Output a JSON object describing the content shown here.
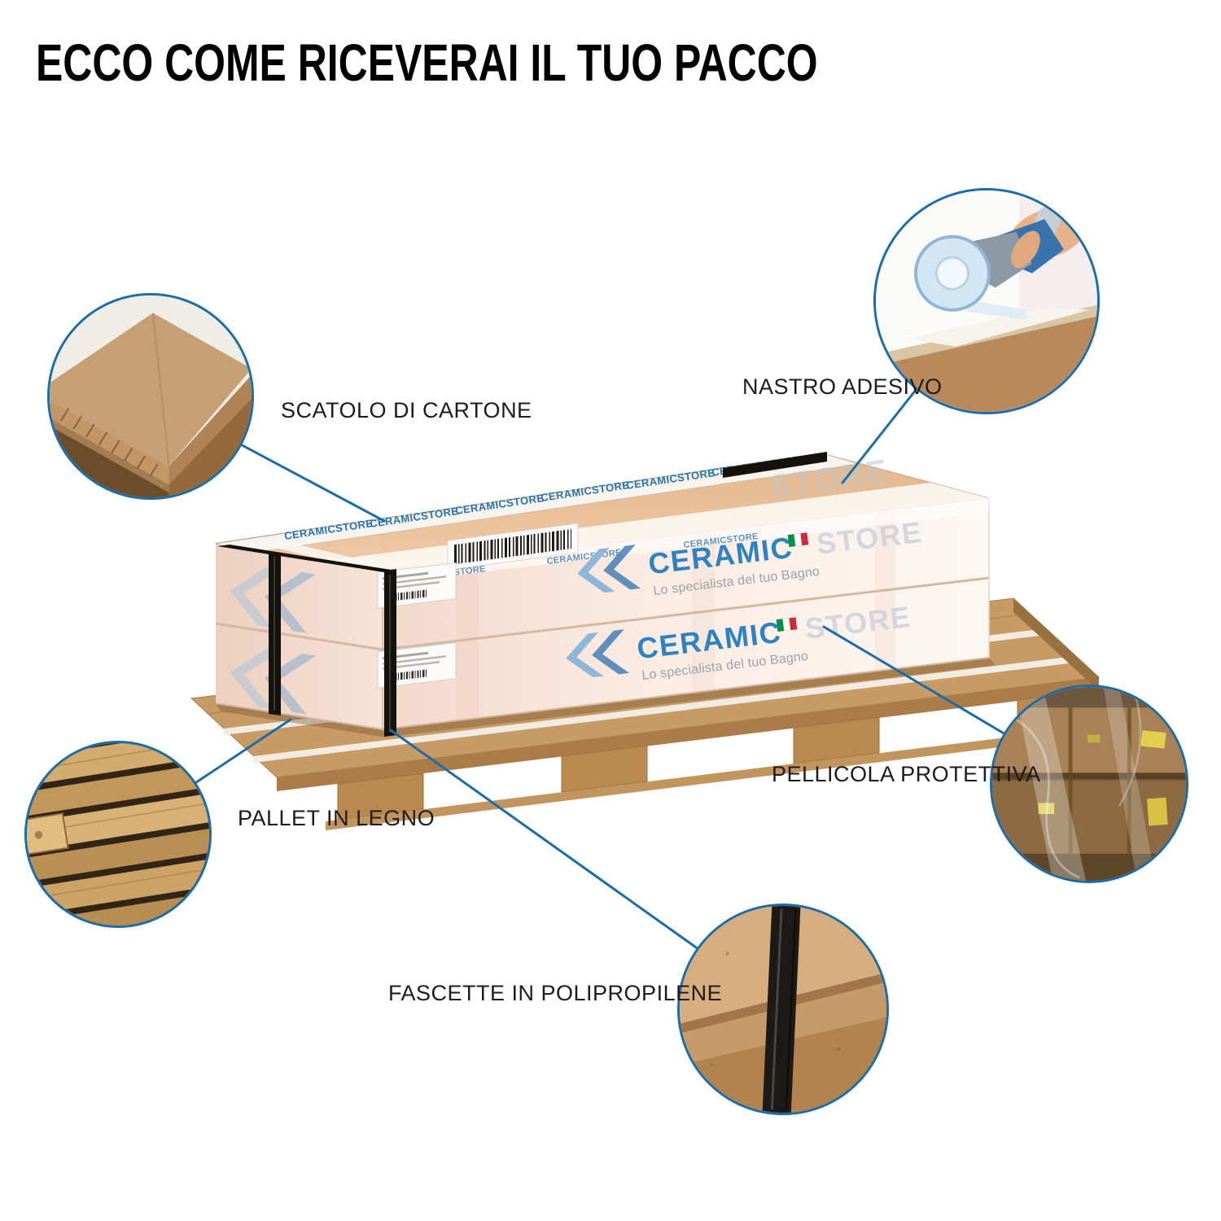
{
  "title": "ECCO COME RICEVERAI IL TUO PACCO",
  "brand": {
    "name_primary": "CERAMIC",
    "name_secondary": "STORE",
    "tagline": "Lo specialista del tuo Bagno",
    "tape_text": "CERAMICSTORE"
  },
  "callouts": [
    {
      "id": "scatolo",
      "label": "SCATOLO DI CARTONE",
      "photo": "cardboard-box-corner"
    },
    {
      "id": "nastro",
      "label": "NASTRO ADESIVO",
      "photo": "tape-dispenser"
    },
    {
      "id": "pellicola",
      "label": "PELLICOLA PROTETTIVA",
      "photo": "shrink-wrapped-boxes"
    },
    {
      "id": "pallet",
      "label": "PALLET IN LEGNO",
      "photo": "wooden-pallet"
    },
    {
      "id": "fascette",
      "label": "FASCETTE IN POLIPROPILENE",
      "photo": "strap-on-box"
    }
  ],
  "colors": {
    "accent_blue": "#1b6da9",
    "logo_blue": "#2d83c2",
    "cardboard_tan": "#c79a66",
    "box_top_peach": "#e9c09c",
    "strap_black": "#17130f",
    "flag_green": "#009246",
    "flag_red": "#ce2b37"
  }
}
